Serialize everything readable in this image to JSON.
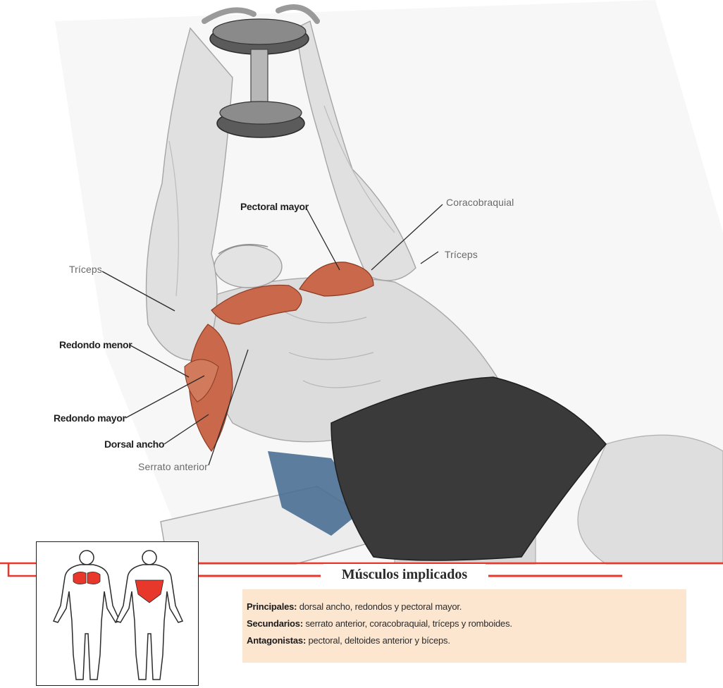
{
  "labels": {
    "pectoral_mayor": "Pectoral mayor",
    "coracobraquial": "Coracobraquial",
    "triceps_right": "Tríceps",
    "triceps_left": "Tríceps",
    "redondo_menor": "Redondo menor",
    "redondo_mayor": "Redondo mayor",
    "dorsal_ancho": "Dorsal ancho",
    "serrato_anterior": "Serrato anterior"
  },
  "section": {
    "title": "Músculos implicados"
  },
  "info": {
    "principales_label": "Principales:",
    "principales_text": " dorsal ancho, redondos y pectoral mayor.",
    "secundarios_label": "Secundarios:",
    "secundarios_text": " serrato anterior, coracobraquial, tríceps y romboides.",
    "antagonistas_label": "Antagonistas:",
    "antagonistas_text": " pectoral, deltoides anterior y bíceps."
  },
  "colors": {
    "accent_red": "#e8372b",
    "muscle": "#c9684a",
    "info_box_bg": "#fde6cf",
    "shorts": "#3a3a3a",
    "bench": "#4a6f92"
  }
}
